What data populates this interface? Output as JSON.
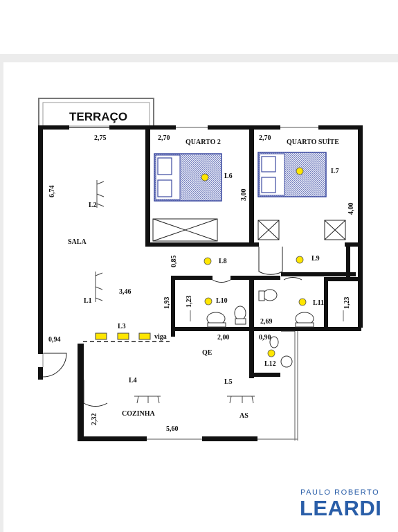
{
  "rooms": {
    "terraco": "TERRAÇO",
    "quarto2": "QUARTO 2",
    "quarto_suite": "QUARTO SUÍTE",
    "sala": "SALA",
    "qe": "QE",
    "cozinha": "COZINHA",
    "as": "AS"
  },
  "dimensions": {
    "sala_width": "2,75",
    "sala_height": "6,74",
    "quarto2_width": "2,70",
    "suite_width": "2,70",
    "quarto2_depth": "3,00",
    "suite_depth": "4,00",
    "hall_gap": "0,85",
    "hall_width": "3,46",
    "bath_depth": "1,93",
    "bath1_width": "1,23",
    "bath2_width": "1,23",
    "suite_bath_width": "2,69",
    "qe_width": "2,00",
    "door_width": "0,94",
    "wc_width": "0,90",
    "kitchen_depth": "2,32",
    "kitchen_width": "5,60"
  },
  "lights": {
    "l1": "L1",
    "l2": "L2",
    "l3": "L3",
    "l4": "L4",
    "l5": "L5",
    "l6": "L6",
    "l7": "L7",
    "l8": "L8",
    "l9": "L9",
    "l10": "L10",
    "l11": "L11",
    "l12": "L12"
  },
  "annotations": {
    "viga": "viga"
  },
  "brand": {
    "line1": "PAULO ROBERTO",
    "line2": "LEARDI",
    "color": "#2a5ea8"
  },
  "colors": {
    "wall": "#111111",
    "light": "#ffe600",
    "bed": "#3c4aa0"
  }
}
